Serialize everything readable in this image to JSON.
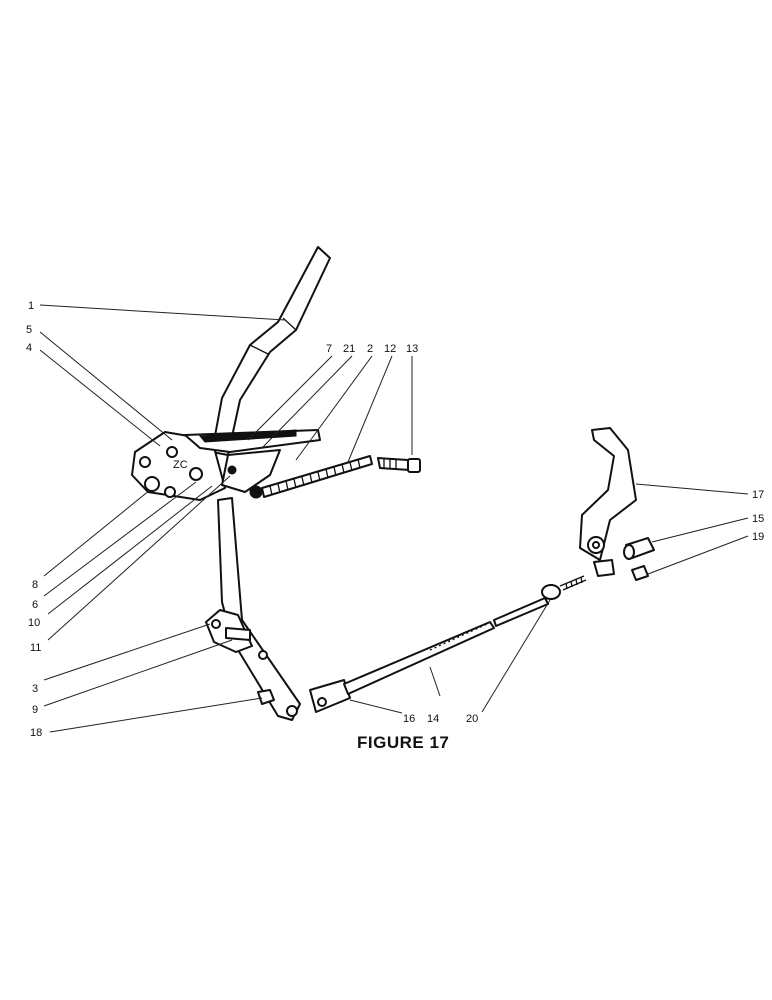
{
  "figure": {
    "caption": "FIGURE 17"
  },
  "labels": {
    "l1": "1",
    "l2": "2",
    "l3": "3",
    "l4": "4",
    "l5": "5",
    "l6": "6",
    "l7": "7",
    "l8": "8",
    "l9": "9",
    "l10": "10",
    "l11": "11",
    "l12": "12",
    "l13": "13",
    "l14": "14",
    "l15": "15",
    "l16": "16",
    "l17": "17",
    "l18": "18",
    "l19": "19",
    "l20": "20",
    "l21": "21"
  }
}
